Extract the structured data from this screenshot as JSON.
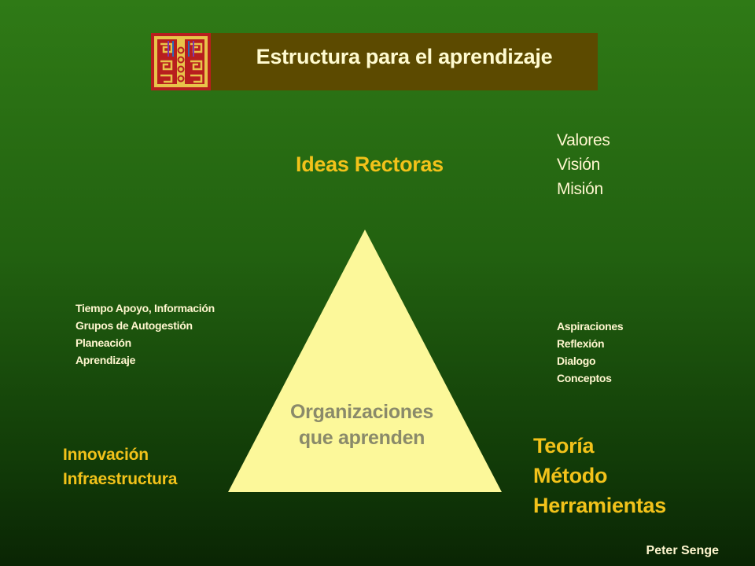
{
  "title": "Estructura para el aprendizaje",
  "logo_icon": "mola-pattern-icon",
  "top": {
    "heading": "Ideas Rectoras",
    "items": [
      "Valores",
      "Visión",
      "Misión"
    ]
  },
  "left": {
    "details": [
      "Tiempo Apoyo, Información",
      "Grupos de Autogestión",
      "Planeación",
      "Aprendizaje"
    ],
    "heading_lines": [
      "Innovación",
      "Infraestructura"
    ]
  },
  "right": {
    "details": [
      "Aspiraciones",
      "Reflexión",
      "Dialogo",
      "Conceptos"
    ],
    "heading_lines": [
      "Teoría",
      "Método",
      "Herramientas"
    ]
  },
  "center": {
    "lines": [
      "Organizaciones",
      "que aprenden"
    ]
  },
  "author": "Peter Senge",
  "colors": {
    "triangle": "#fcf89a",
    "accent": "#f2c21a",
    "title_bar": "#5c4a00",
    "text": "#fff6cf"
  }
}
